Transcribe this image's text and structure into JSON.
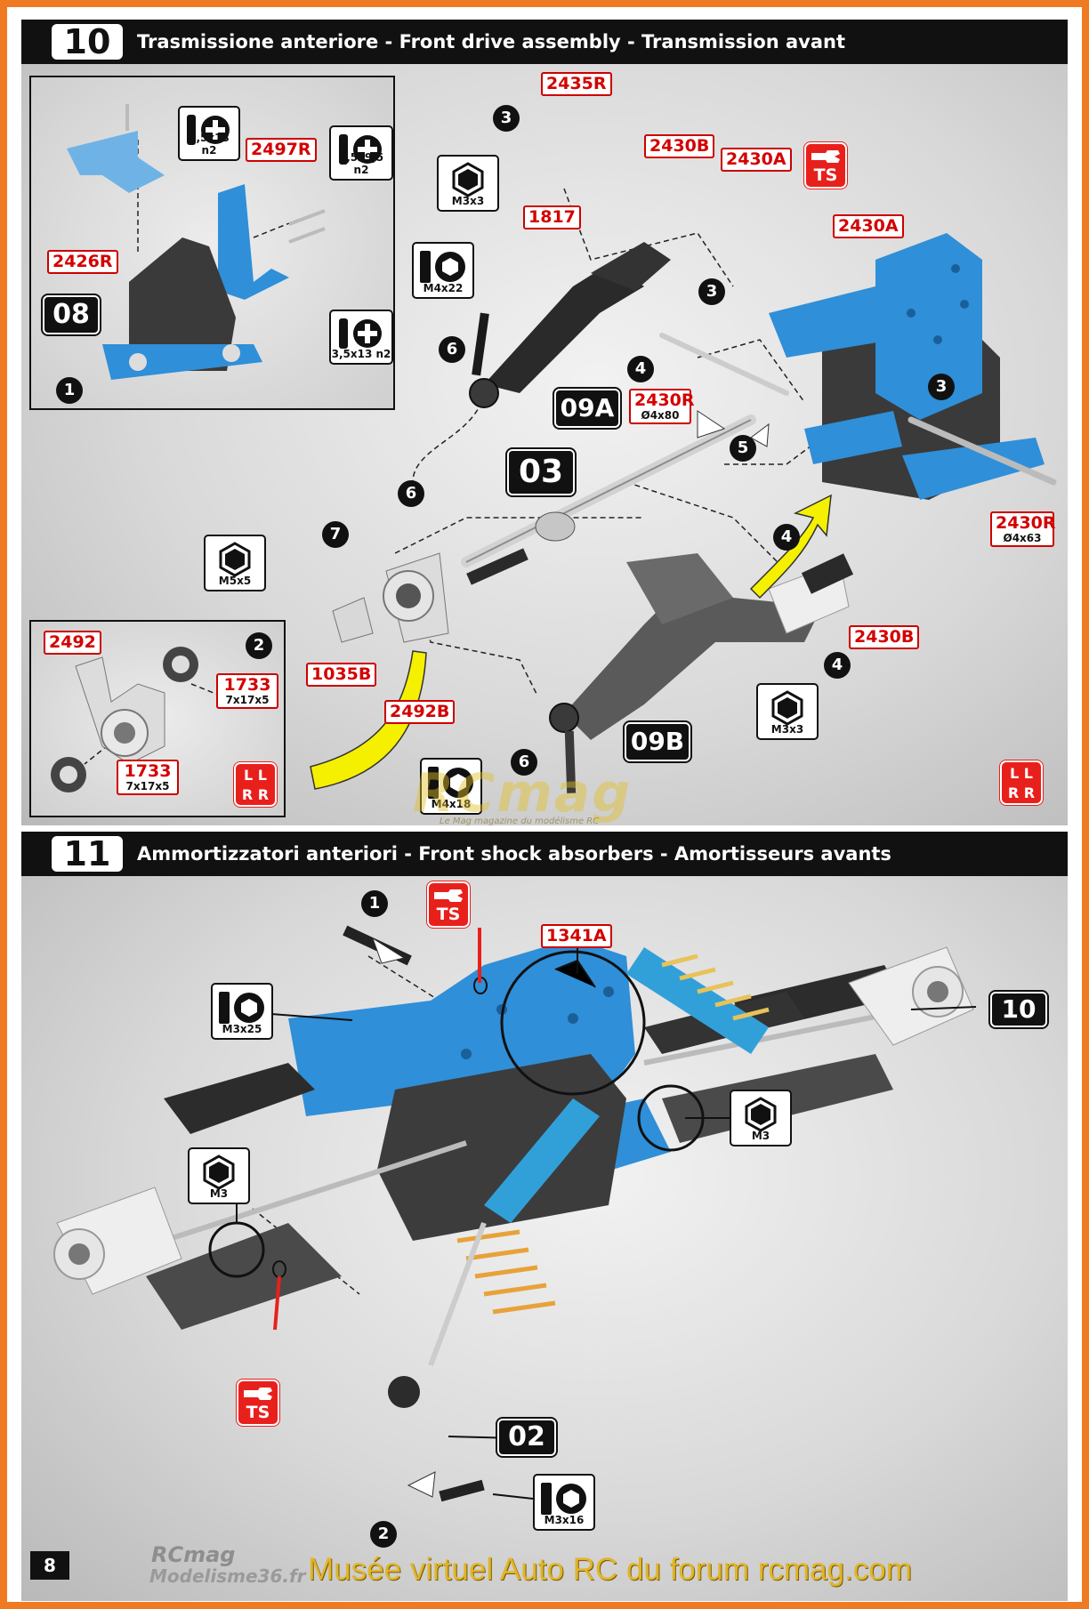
{
  "colors": {
    "frame": "#f07a22",
    "part_label": "#d40000",
    "tool_badge": "#e8201c",
    "anodized_blue": "#2f8fd8",
    "arrow_yellow": "#f5f000"
  },
  "step10": {
    "number": "10",
    "title": "Trasmissione anteriore - Front drive assembly - Transmission avant",
    "inset1": {
      "step": "1",
      "ref": "08",
      "parts": {
        "p2497R": "2497R",
        "p2426R": "2426R"
      },
      "screws": [
        {
          "label": "3,5x13 n2",
          "icon": "countersunk-phillips-screw-icon"
        },
        {
          "label": "3,5x9,5 n2",
          "icon": "countersunk-phillips-screw-icon"
        },
        {
          "label": "3,5x13 n2",
          "icon": "countersunk-phillips-screw-icon"
        }
      ]
    },
    "inset2": {
      "step": "2",
      "parts": {
        "p2492": "2492",
        "bearing_top": "1733",
        "bearing_top_size": "7x17x5",
        "bearing_bottom": "1733",
        "bearing_bottom_size": "7x17x5"
      },
      "lr_badge": {
        "top": "L L",
        "bottom": "R R"
      }
    },
    "parts": {
      "p2435R": "2435R",
      "p2430B_top": "2430B",
      "p2430A_top": "2430A",
      "p1817": "1817",
      "p2430A_mid": "2430A",
      "p2430R_short": "2430R",
      "p2430R_short_size": "Ø4x80",
      "p2430R_long": "2430R",
      "p2430R_long_size": "Ø4x63",
      "p1035B": "1035B",
      "p2492B": "2492B",
      "p2430B_bottom": "2430B"
    },
    "hardware": {
      "nut_m3x3_top": "M3x3",
      "bolt_m4x22": "M4x22",
      "nut_m5x5": "M5x5",
      "nut_m3x3_bottom": "M3x3",
      "bolt_m4x18": "M4x18"
    },
    "refs": {
      "r09A": "09A",
      "r03": "03",
      "r09B": "09B"
    },
    "steps": {
      "s3a": "3",
      "s3b": "3",
      "s3c": "3",
      "s6a": "6",
      "s4a": "4",
      "s5": "5",
      "s6b": "6",
      "s7": "7",
      "s4b": "4",
      "s4c": "4",
      "s6c": "6"
    },
    "ts_badge": "TS",
    "lr_badge": {
      "top": "L L",
      "bottom": "R R"
    },
    "watermark": "RCmag",
    "watermark_tagline": "Le Mag magazine du modélisme RC"
  },
  "step11": {
    "number": "11",
    "title": "Ammortizzatori anteriori - Front shock absorbers - Amortisseurs avants",
    "parts": {
      "p1341A": "1341A"
    },
    "hardware": {
      "bolt_m3x25": "M3x25",
      "nut_m3_right": "M3",
      "nut_m3_left": "M3",
      "bolt_m3x16": "M3x16"
    },
    "refs": {
      "r10": "10",
      "r02": "02"
    },
    "steps": {
      "s1": "1",
      "s2": "2"
    },
    "ts_badge_top": "TS",
    "ts_badge_bottom": "TS"
  },
  "footer": {
    "page_number": "8",
    "watermark_left_1": "RCmag",
    "watermark_left_2": "Modelisme36.fr",
    "watermark_museum": "Musée virtuel Auto RC du forum rcmag.com"
  }
}
